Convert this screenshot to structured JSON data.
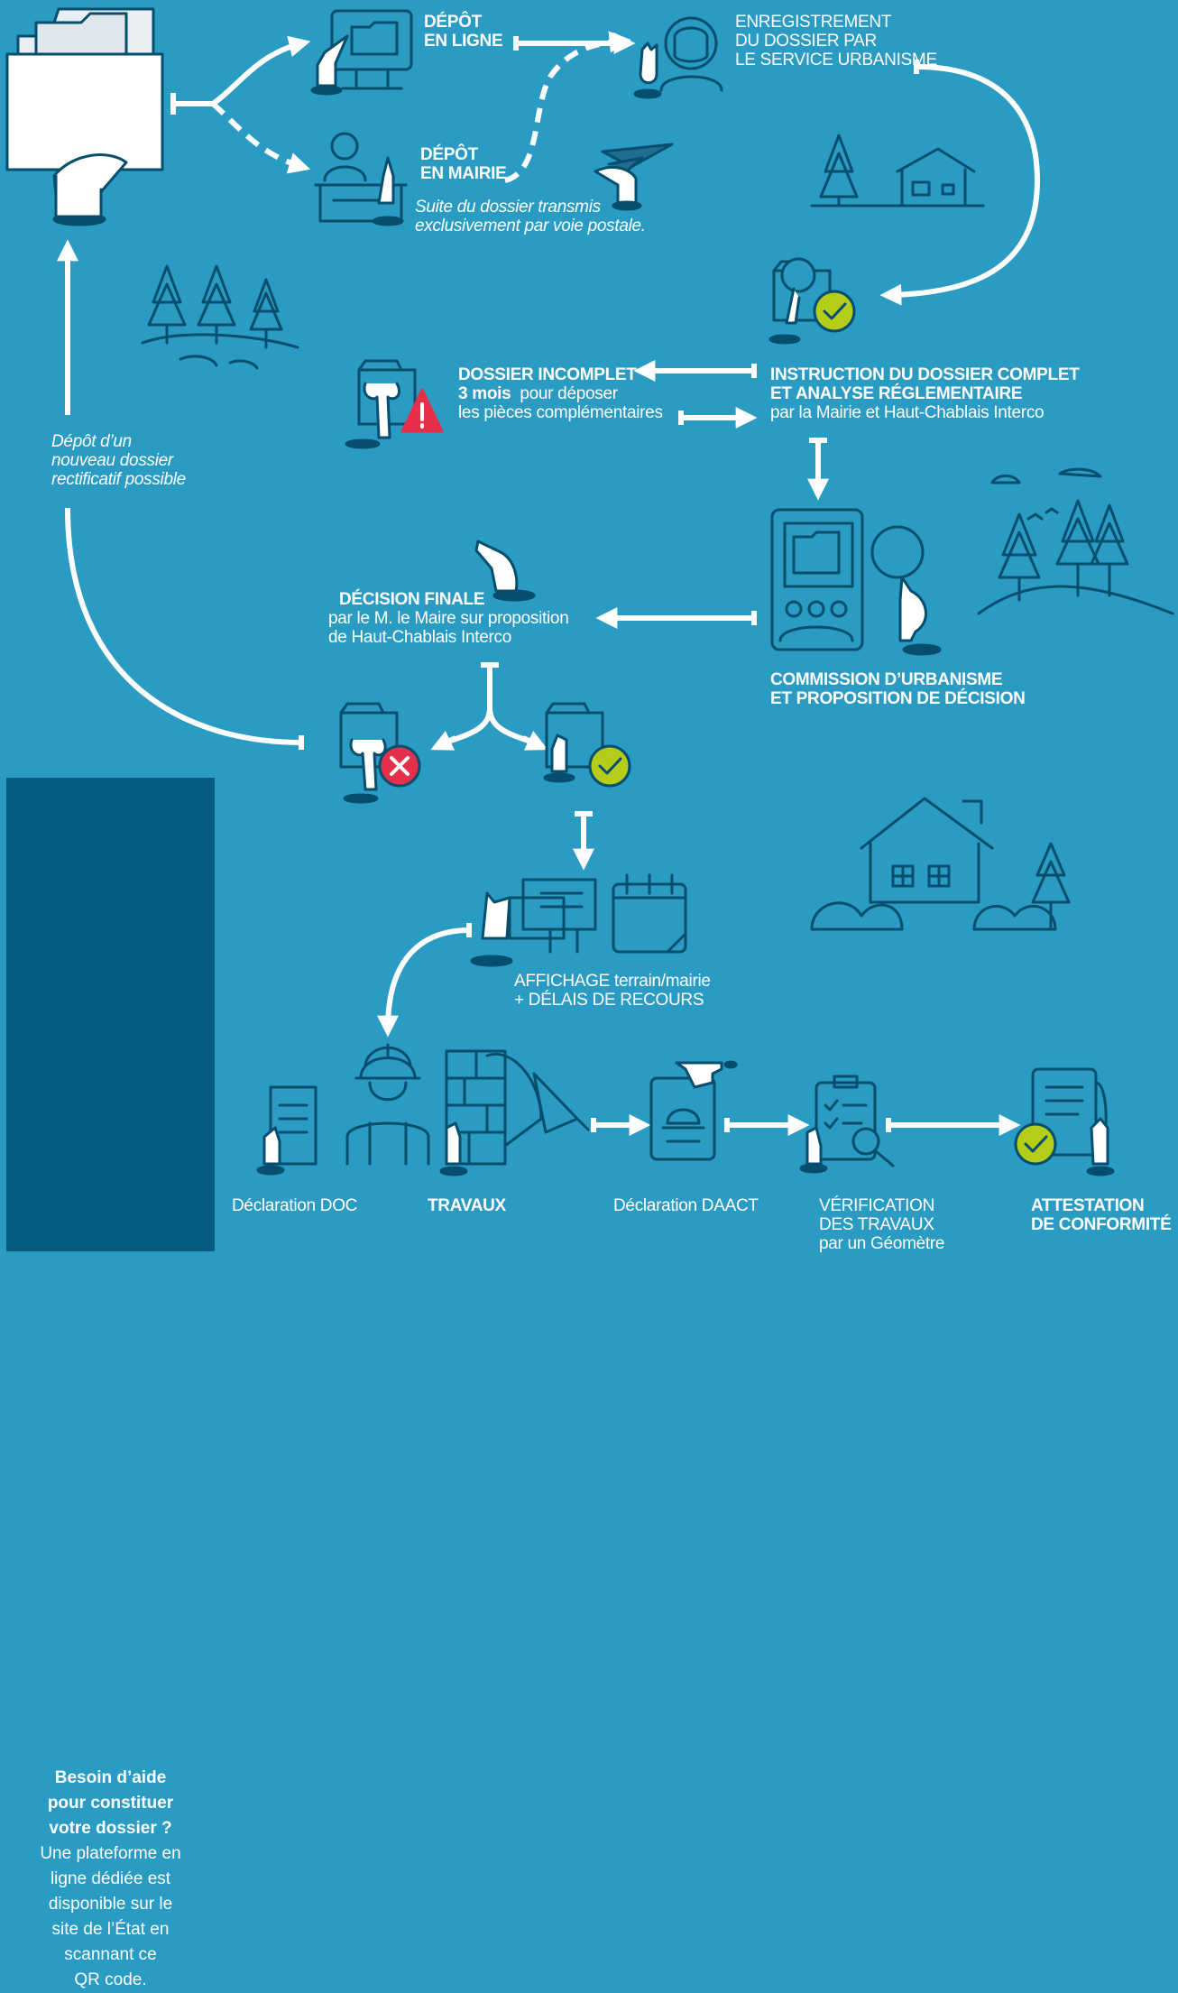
{
  "colors": {
    "background": "#2a9bc3",
    "help_box": "#065c80",
    "outline": "#064e6e",
    "check_green": "#b5cc18",
    "error_red": "#e63049"
  },
  "steps": {
    "depot_ligne": [
      "DÉPÔT",
      "EN LIGNE"
    ],
    "depot_mairie": [
      "DÉPÔT",
      "EN MAIRIE"
    ],
    "depot_mairie_note": [
      "Suite du dossier transmis",
      "exclusivement par voie postale."
    ],
    "enregistrement": [
      "ENREGISTREMENT",
      "DU DOSSIER PAR",
      "LE SERVICE URBANISME"
    ],
    "incomplet_title": "DOSSIER INCOMPLET",
    "incomplet_delay": "3 mois",
    "incomplet_delay_rest": "pour déposer",
    "incomplet_rest": "les pièces complémentaires",
    "instruction": [
      "INSTRUCTION DU DOSSIER COMPLET",
      "ET ANALYSE RÉGLEMENTAIRE"
    ],
    "instruction_sub": "par la Mairie et Haut-Chablais Interco",
    "rectificatif": [
      "Dépôt d’un",
      "nouveau dossier",
      "rectificatif possible"
    ],
    "decision_title": "DÉCISION FINALE",
    "decision_sub": [
      "par le M. le Maire sur proposition",
      "de Haut-Chablais Interco"
    ],
    "commission": [
      "COMMISSION D’URBANISME",
      "ET PROPOSITION DE DÉCISION"
    ],
    "affichage": [
      "AFFICHAGE terrain/mairie",
      "+ DÉLAIS DE RECOURS"
    ],
    "declaration_doc": "Déclaration DOC",
    "travaux": "TRAVAUX",
    "declaration_daact": "Déclaration DAACT",
    "verification": [
      "VÉRIFICATION",
      "DES TRAVAUX",
      "par un Géomètre"
    ],
    "attestation": [
      "ATTESTATION",
      "DE CONFORMITÉ"
    ]
  },
  "help": {
    "bold": [
      "Besoin d’aide",
      "pour constituer",
      "votre dossier ?"
    ],
    "normal": [
      "Une plateforme en",
      "ligne dédiée est",
      "disponible sur le",
      "site de l’État en",
      "scannant ce",
      "QR code."
    ]
  },
  "icons": [
    "folder-hand-icon",
    "computer-icon",
    "receptionist-icon",
    "paper-plane-icon",
    "officer-icon",
    "trees-icon",
    "house-icon",
    "magnifier-folder-icon",
    "check-icon",
    "warning-icon",
    "wrench-icon",
    "meeting-icon",
    "pointing-hand-icon",
    "reject-icon",
    "approve-icon",
    "billboard-icon",
    "calendar-icon",
    "worker-icon",
    "wall-trowel-icon",
    "certificate-icon",
    "checklist-icon",
    "attestation-icon",
    "qr-code-icon"
  ]
}
